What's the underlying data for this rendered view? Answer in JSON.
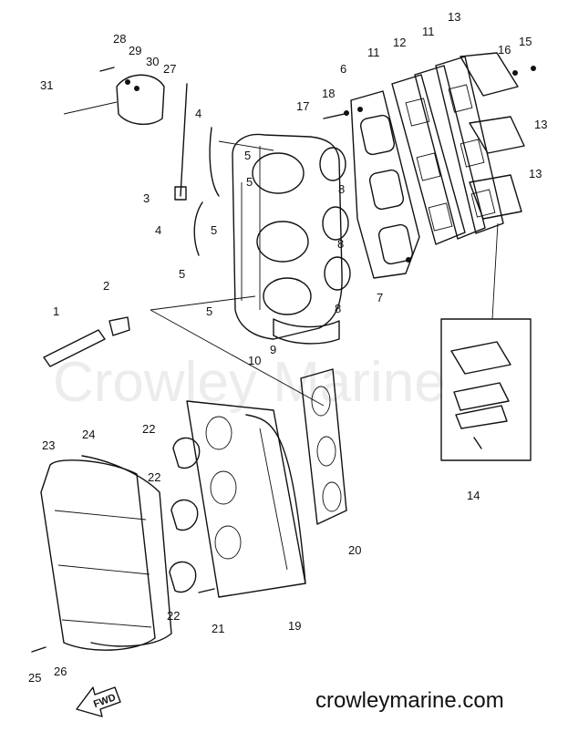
{
  "watermark": "Crowley Marine",
  "footer_url": "crowleymarine.com",
  "direction_label": "FWD",
  "callouts": [
    "1",
    "2",
    "3",
    "4",
    "4",
    "5",
    "5",
    "5",
    "5",
    "5",
    "6",
    "7",
    "8",
    "8",
    "8",
    "9",
    "10",
    "11",
    "11",
    "12",
    "13",
    "13",
    "13",
    "14",
    "15",
    "16",
    "17",
    "18",
    "19",
    "20",
    "21",
    "22",
    "22",
    "22",
    "23",
    "24",
    "25",
    "26",
    "27",
    "28",
    "29",
    "30",
    "31"
  ],
  "colors": {
    "ink": "#111111",
    "paper": "#ffffff",
    "watermark": "#ececec"
  }
}
